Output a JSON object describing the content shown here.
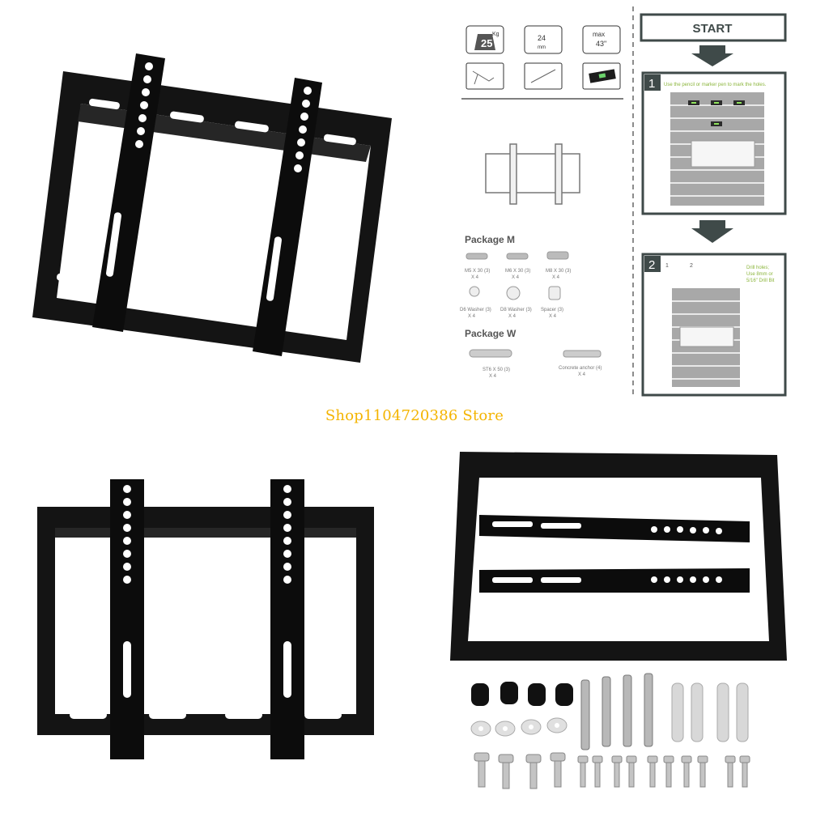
{
  "watermark": "Shop1104720386 Store",
  "instructions": {
    "specs": {
      "weight_value": "25",
      "weight_unit": "Kg",
      "depth_value": "24",
      "depth_unit": "mm",
      "size_prefix": "max",
      "size_value": "43\""
    },
    "start_label": "START",
    "step1": {
      "number": "1",
      "text": "Use the pencil or marker pen to mark the holes."
    },
    "step2": {
      "number": "2",
      "sub1": "1",
      "sub2": "2",
      "text_line1": "Drill holes;",
      "text_line2": "Use 8mm or",
      "text_line3": "5/16\" Drill Bit"
    },
    "package_m": {
      "title": "Package M",
      "items": [
        {
          "label": "M5 X 30 (3)",
          "qty": "X 4"
        },
        {
          "label": "M6 X 30 (3)",
          "qty": "X 4"
        },
        {
          "label": "M8 X 30 (3)",
          "qty": "X 4"
        },
        {
          "label": "D6 Washer (3)",
          "qty": "X 4"
        },
        {
          "label": "D8 Washer (3)",
          "qty": "X 4"
        },
        {
          "label": "Spacer (3)",
          "qty": "X 4"
        }
      ]
    },
    "package_w": {
      "title": "Package W",
      "items": [
        {
          "label": "ST6 X 50 (3)",
          "qty": "X 4"
        },
        {
          "label": "Concrete anchor (4)",
          "qty": "X 4"
        }
      ]
    }
  },
  "colors": {
    "bracket": "#141414",
    "accent_wm": "#f4b400",
    "instr_border": "#3f4a49"
  }
}
